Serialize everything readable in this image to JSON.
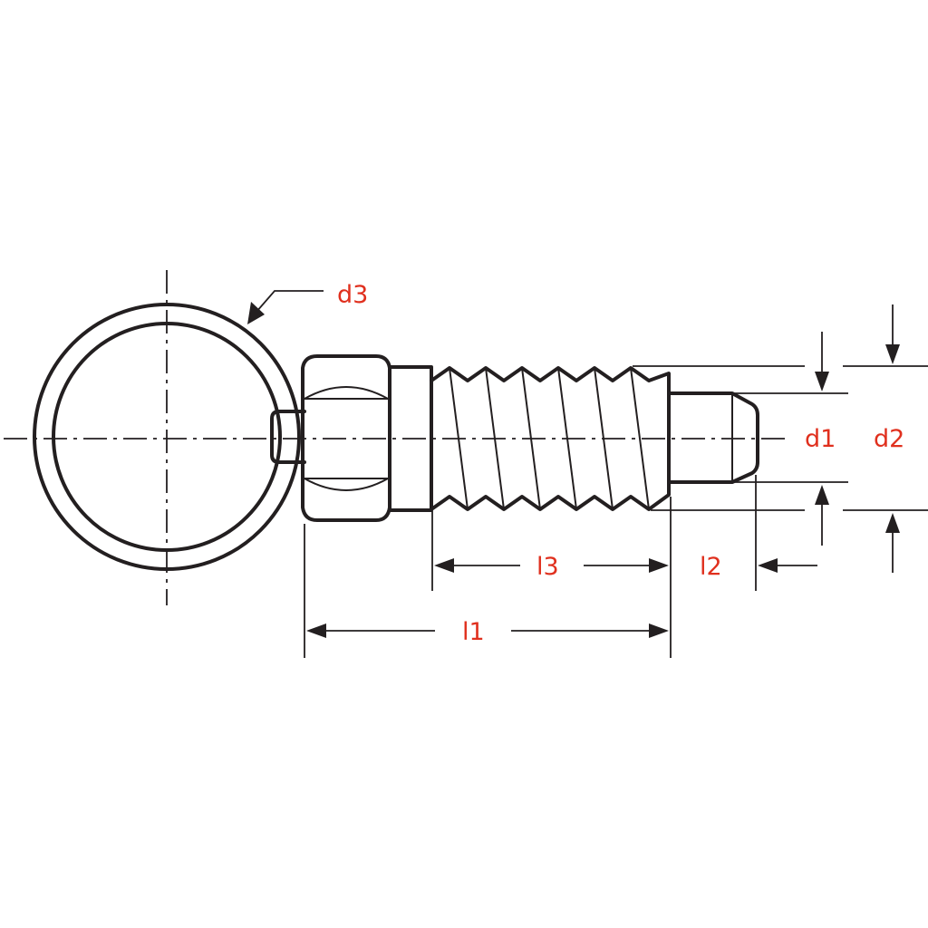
{
  "colors": {
    "line": "#231f20",
    "label": "#e0301e",
    "background": "#ffffff"
  },
  "labels": {
    "d1": "d1",
    "d2": "d2",
    "d3": "d3",
    "l1": "l1",
    "l2": "l2",
    "l3": "l3"
  }
}
